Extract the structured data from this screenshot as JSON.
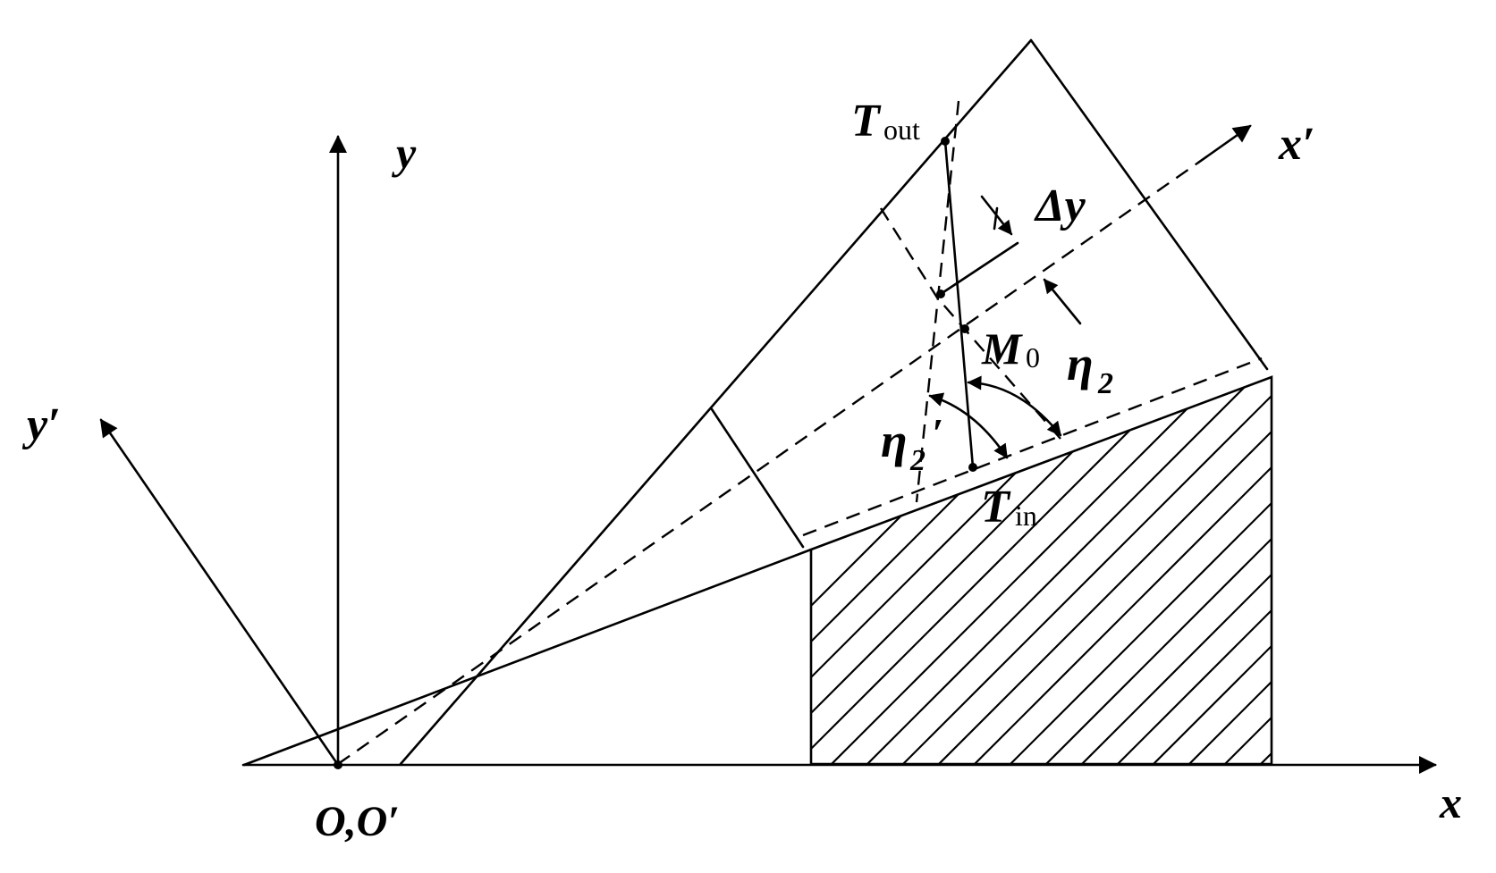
{
  "labels": {
    "x_axis": "x",
    "y_axis": "y",
    "x_prime_axis": "x′",
    "y_prime_axis": "y′",
    "origin": "O,O′",
    "t_out_main": "T",
    "t_out_sub": "out",
    "t_in_main": "T",
    "t_in_sub": "in",
    "m0_main": "M",
    "m0_sub": "0",
    "delta_y": "Δy",
    "eta2_main": "η",
    "eta2_sub": "2",
    "eta2p_main": "η",
    "eta2p_sub": "2",
    "eta2p_prime": "′"
  },
  "style": {
    "line_color": "#000000",
    "background": "#ffffff"
  }
}
